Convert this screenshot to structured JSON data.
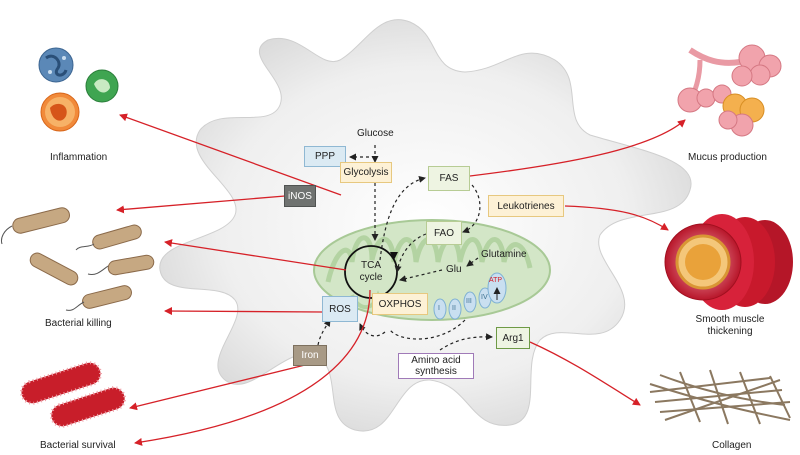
{
  "outcomes": {
    "inflammation": "Inflammation",
    "bacterial_killing": "Bacterial killing",
    "bacterial_survival": "Bacterial survival",
    "mucus_production": "Mucus production",
    "smooth_muscle": "Smooth muscle\nthickening",
    "collagen": "Collagen"
  },
  "nodes": {
    "glucose": "Glucose",
    "ppp": "PPP",
    "glycolysis": "Glycolysis",
    "inos": "iNOS",
    "fas": "FAS",
    "leukotrienes": "Leukotrienes",
    "fao": "FAO",
    "glutamine": "Glutamine",
    "glu": "Glu",
    "tca": "TCA\ncycle",
    "oxphos": "OXPHOS",
    "ros": "ROS",
    "iron": "Iron",
    "arg1": "Arg1",
    "amino_acid": "Amino acid\nsynthesis"
  },
  "complexes": [
    "I",
    "II",
    "III",
    "IV"
  ],
  "atp": "ATP"
}
